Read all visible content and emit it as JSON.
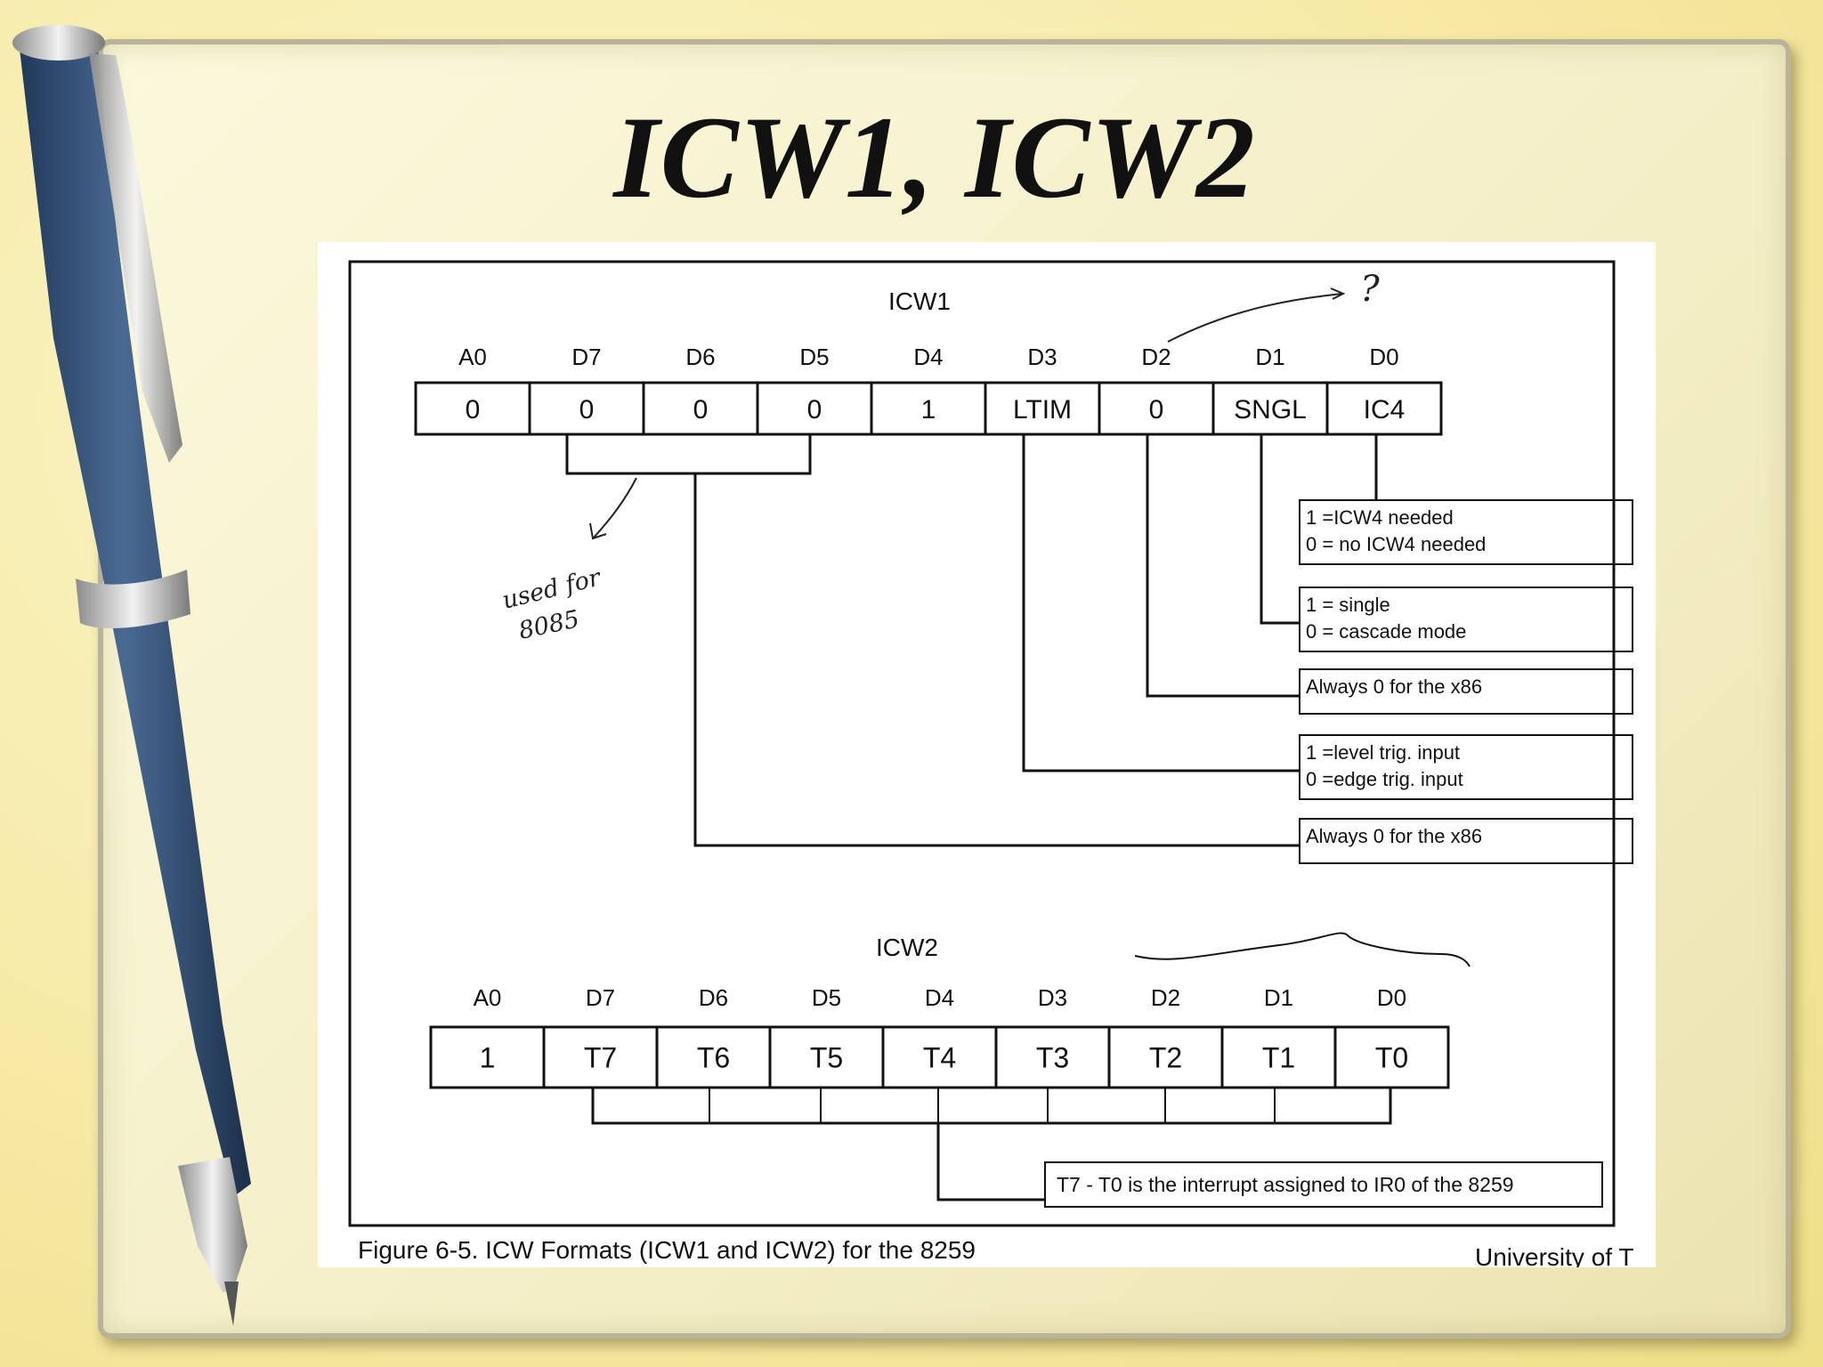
{
  "slide": {
    "title": "ICW1, ICW2",
    "footer_partial": "University of T"
  },
  "figure": {
    "caption": "Figure 6-5. ICW Formats (ICW1 and ICW2)  for the 8259",
    "icw1": {
      "title": "ICW1",
      "headers": [
        "A0",
        "D7",
        "D6",
        "D5",
        "D4",
        "D3",
        "D2",
        "D1",
        "D0"
      ],
      "cells": [
        "0",
        "0",
        "0",
        "0",
        "1",
        "LTIM",
        "0",
        "SNGL",
        "IC4"
      ],
      "notes": [
        {
          "line1": "1 =ICW4 needed",
          "line2": "0 = no ICW4 needed"
        },
        {
          "line1": "1 = single",
          "line2": "0 = cascade mode"
        },
        {
          "line1": "Always 0 for the x86",
          "line2": ""
        },
        {
          "line1": "1 =level trig. input",
          "line2": "0 =edge trig. input"
        },
        {
          "line1": "Always 0 for the x86",
          "line2": ""
        }
      ],
      "annotation_question": "?",
      "annotation_hand": [
        "used for",
        "8085"
      ]
    },
    "icw2": {
      "title": "ICW2",
      "headers": [
        "A0",
        "D7",
        "D6",
        "D5",
        "D4",
        "D3",
        "D2",
        "D1",
        "D0"
      ],
      "cells": [
        "1",
        "T7",
        "T6",
        "T5",
        "T4",
        "T3",
        "T2",
        "T1",
        "T0"
      ],
      "note": "T7 - T0 is the interrupt assigned to IR0 of the 8259"
    }
  },
  "colors": {
    "background": "#f6eaa6",
    "panel": "#f8f3d2",
    "pen_body": "#2f4a6e",
    "pen_chrome": "#c8c8c8"
  },
  "icons": {
    "pen": "ballpoint-pen-decoration"
  }
}
